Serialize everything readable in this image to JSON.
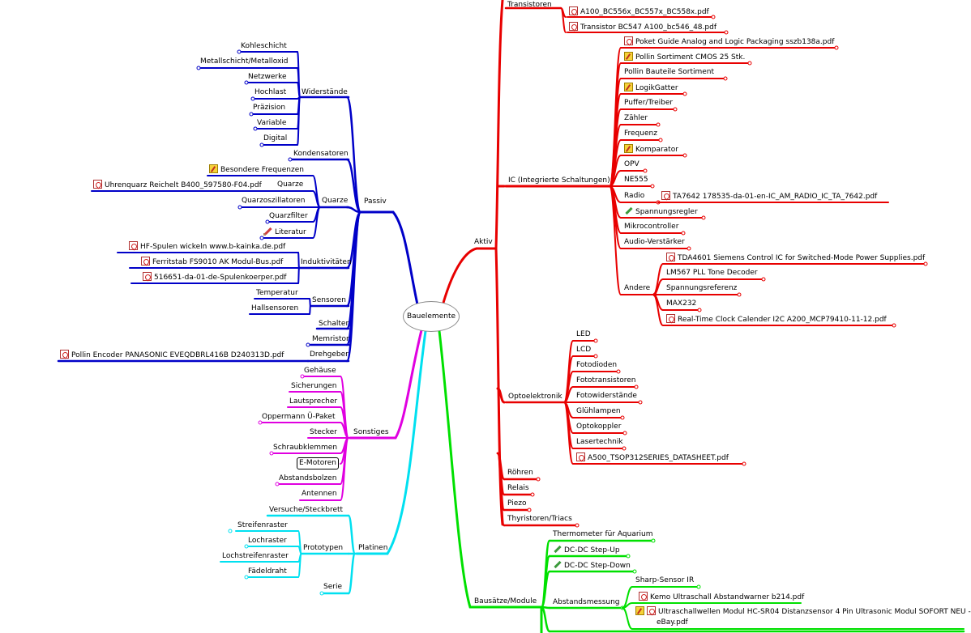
{
  "root": "Bauelemente",
  "colors": {
    "passiv": "#0000c8",
    "aktiv": "#e80000",
    "bausaetze": "#00e000",
    "sonstiges": "#e000e0",
    "platinen": "#00e0f0"
  },
  "icon_names": {
    "pdf": "pdf-icon",
    "note": "note-icon",
    "pencil": "pencil-icon",
    "pencil_red": "pencil-red-icon"
  },
  "nodes": {
    "passiv": "Passiv",
    "widerstaende": "Widerstände",
    "kohleschicht": "Kohleschicht",
    "metallschicht": "Metallschicht/Metalloxid",
    "netzwerke": "Netzwerke",
    "hochlast": "Hochlast",
    "praezision": "Präzision",
    "variable": "Variable",
    "digital": "Digital",
    "kondensatoren": "Kondensatoren",
    "quarze": "Quarze",
    "besondere_frequenzen": "Besondere Frequenzen",
    "quarze_sub": "Quarze",
    "uhrenquarz": "Uhrenquarz Reichelt B400_597580-F04.pdf",
    "quarzoszillatoren": "Quarzoszillatoren",
    "quarzfilter": "Quarzfilter",
    "literatur": "Literatur",
    "induktivitaeten": "Induktivitäten",
    "hf_spulen": "HF-Spulen wickeln www.b-kainka.de.pdf",
    "ferritstab": "Ferritstab FS9010 AK Modul-Bus.pdf",
    "spulenkoerper": "516651-da-01-de-Spulenkoerper.pdf",
    "sensoren": "Sensoren",
    "temperatur": "Temperatur",
    "hallsensoren": "Hallsensoren",
    "schalter": "Schalter",
    "memristor": "Memristor",
    "drehgeber": "Drehgeber",
    "pollin_encoder": "Pollin Encoder PANASONIC EVEQDBRL416B D240313D.pdf",
    "sonstiges": "Sonstiges",
    "gehaeuse": "Gehäuse",
    "sicherungen": "Sicherungen",
    "lautsprecher": "Lautsprecher",
    "oppermann": "Oppermann Ü-Paket",
    "stecker": "Stecker",
    "schraubklemmen": "Schraubklemmen",
    "e_motoren": "E-Motoren",
    "abstandsbolzen": "Abstandsbolzen",
    "antennen": "Antennen",
    "platinen": "Platinen",
    "versuche": "Versuche/Steckbrett",
    "prototypen": "Prototypen",
    "streifenraster": "Streifenraster",
    "lochraster": "Lochraster",
    "lochstreifenraster": "Lochstreifenraster",
    "faedeldraht": "Fädeldraht",
    "serie": "Serie",
    "aktiv": "Aktiv",
    "transistoren": "Transistoren",
    "a100_bc556": "A100_BC556x_BC557x_BC558x.pdf",
    "transistor_bc547": "Transistor BC547 A100_bc546_48.pdf",
    "ic": "IC (Integrierte Schaltungen)",
    "poket_guide": "Poket Guide Analog and Logic Packaging sszb138a.pdf",
    "pollin_cmos": "Pollin Sortiment CMOS 25 Stk.",
    "pollin_bauteile": "Pollin Bauteile Sortiment",
    "logikgatter": "LogikGatter",
    "puffer": "Puffer/Treiber",
    "zaehler": "Zähler",
    "frequenz": "Frequenz",
    "komparator": "Komparator",
    "opv": "OPV",
    "ne555": "NE555",
    "radio": "Radio",
    "ta7642": "TA7642 178535-da-01-en-IC_AM_RADIO_IC_TA_7642.pdf",
    "spannungsregler": "Spannungsregler",
    "mikrocontroller": "Mikrocontroller",
    "audio": "Audio-Verstärker",
    "andere": "Andere",
    "tda4601": "TDA4601 Siemens Control IC for Switched-Mode Power Supplies.pdf",
    "lm567": "LM567 PLL Tone Decoder",
    "spannungsreferenz": "Spannungsreferenz",
    "max232": "MAX232",
    "rtc": "Real-Time Clock Calender I2C A200_MCP79410-11-12.pdf",
    "optoelektronik": "Optoelektronik",
    "led": "LED",
    "lcd": "LCD",
    "fotodioden": "Fotodioden",
    "fototransistoren": "Fototransistoren",
    "fotowiderstaende": "Fotowiderstände",
    "gluehlampen": "Glühlampen",
    "optokoppler": "Optokoppler",
    "lasertechnik": "Lasertechnik",
    "tsop": "A500_TSOP312SERIES_DATASHEET.pdf",
    "roehren": "Röhren",
    "relais": "Relais",
    "piezo": "Piezo",
    "thyristoren": "Thyristoren/Triacs",
    "bausaetze": "Bausätze/Module",
    "thermometer": "Thermometer für Aquarium",
    "dcdc_up": "DC-DC Step-Up",
    "dcdc_down": "DC-DC Step-Down",
    "abstandsmessung": "Abstandsmessung",
    "sharp": "Sharp-Sensor IR",
    "kemo": "Kemo Ultraschall Abstandwarner b214.pdf",
    "hcsr04_line1": "Ultraschallwellen Modul HC-SR04 Distanzsensor 4 Pin Ultrasonic Modul SOFORT NEU -",
    "hcsr04_line2": "eBay.pdf"
  }
}
